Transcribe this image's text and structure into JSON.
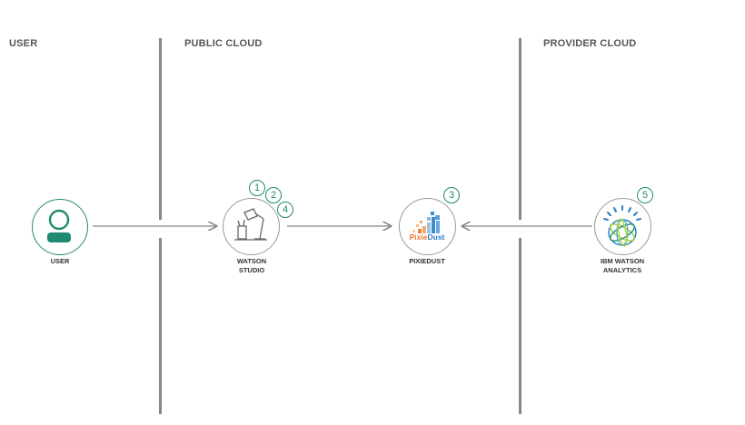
{
  "zones": {
    "user": "USER",
    "public_cloud": "PUBLIC CLOUD",
    "provider_cloud": "PROVIDER CLOUD"
  },
  "nodes": {
    "user": {
      "label": "USER",
      "icon": "user-icon"
    },
    "watson_studio": {
      "label_line1": "WATSON",
      "label_line2": "STUDIO",
      "icon": "desk-lamp-icon"
    },
    "pixiedust": {
      "label": "PIXIEDUST",
      "logo_text_a": "Pixie",
      "logo_text_b": "Dust",
      "icon": "pixiedust-logo"
    },
    "watson_analytics": {
      "label_line1": "IBM WATSON",
      "label_line2": "ANALYTICS",
      "icon": "watson-globe-icon"
    }
  },
  "steps": [
    "1",
    "2",
    "3",
    "4",
    "5"
  ],
  "colors": {
    "accent": "#1f8a6f",
    "divider": "#888888",
    "arrow": "#888888",
    "node_border": "#9a9a9a",
    "pixie_orange": "#e8792b",
    "dust_blue": "#2a7fc9"
  }
}
